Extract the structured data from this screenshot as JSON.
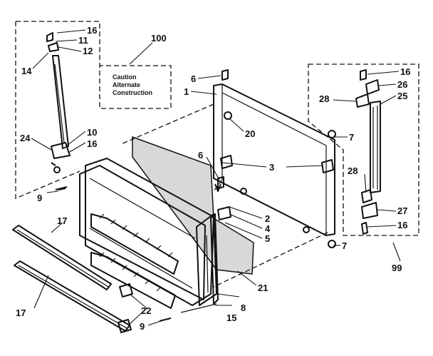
{
  "diagram": {
    "note_lines": [
      "Caution",
      "Alternate",
      "Construction"
    ],
    "callouts": {
      "left_hinge": [
        "16",
        "11",
        "12",
        "14",
        "10",
        "16",
        "24",
        "100"
      ],
      "right_hinge": [
        "16",
        "26",
        "28",
        "25",
        "28",
        "27",
        "16",
        "99"
      ],
      "frame": [
        "6",
        "1",
        "20",
        "7",
        "3",
        "6",
        "2",
        "4",
        "5",
        "7"
      ],
      "door": [
        "9",
        "17",
        "17",
        "22",
        "9",
        "15",
        "8",
        "21"
      ]
    }
  }
}
